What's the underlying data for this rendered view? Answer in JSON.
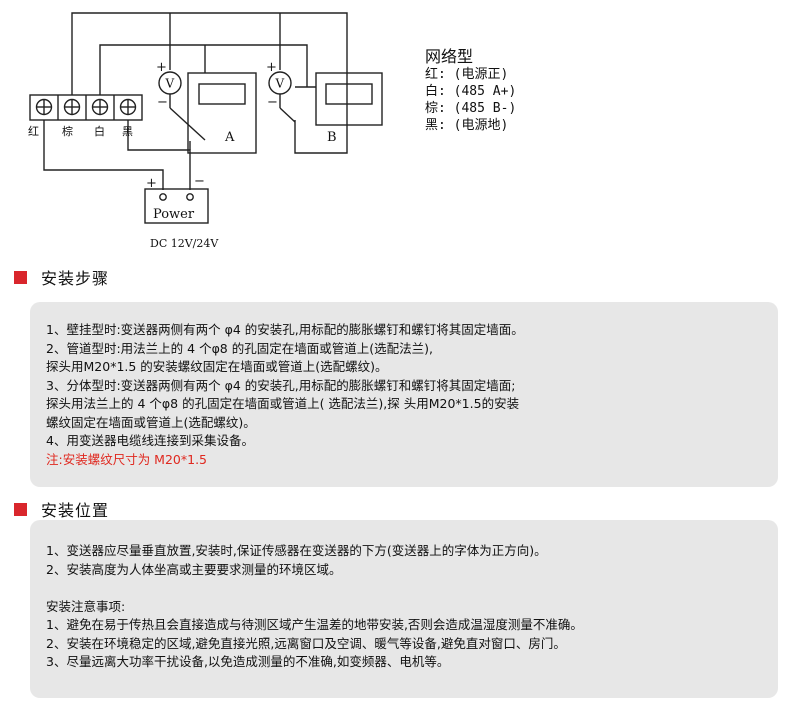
{
  "diagram": {
    "terminals": [
      "红",
      "棕",
      "白",
      "黑"
    ],
    "device_a": "A",
    "device_b": "B",
    "power_label": "Power",
    "power_spec": "DC 12V/24V",
    "plus": "+",
    "minus": "−",
    "voltmeter": "V"
  },
  "legend": {
    "title": "网络型",
    "lines": [
      "红: (电源正)",
      "白: (485 A+)",
      "棕: (485 B-)",
      "黑: (电源地)"
    ]
  },
  "install_steps": {
    "heading": "安装步骤",
    "lines": [
      "1、壁挂型时:变送器两侧有两个 φ4 的安装孔,用标配的膨胀螺钉和螺钉将其固定墙面。",
      "2、管道型时:用法兰上的 4 个φ8 的孔固定在墙面或管道上(选配法兰),",
      "探头用M20*1.5 的安装螺纹固定在墙面或管道上(选配螺纹)。",
      "3、分体型时:变送器两侧有两个 φ4 的安装孔,用标配的膨胀螺钉和螺钉将其固定墙面;",
      "探头用法兰上的 4 个φ8 的孔固定在墙面或管道上( 选配法兰),探 头用M20*1.5的安装",
      "螺纹固定在墙面或管道上(选配螺纹)。",
      "4、用变送器电缆线连接到采集设备。"
    ],
    "note": "注:安装螺纹尺寸为 M20*1.5"
  },
  "install_position": {
    "heading": "安装位置",
    "lines": [
      "1、变送器应尽量垂直放置,安装时,保证传感器在变送器的下方(变送器上的字体为正方向)。",
      "2、安装高度为人体坐高或主要要求测量的环境区域。"
    ],
    "notes_title": "安装注意事项:",
    "notes": [
      "1、避免在易于传热且会直接造成与待测区域产生温差的地带安装,否则会造成温湿度测量不准确。",
      "2、安装在环境稳定的区域,避免直接光照,远离窗口及空调、暖气等设备,避免直对窗口、房门。",
      "3、尽量远离大功率干扰设备,以免造成测量的不准确,如变频器、电机等。"
    ]
  }
}
